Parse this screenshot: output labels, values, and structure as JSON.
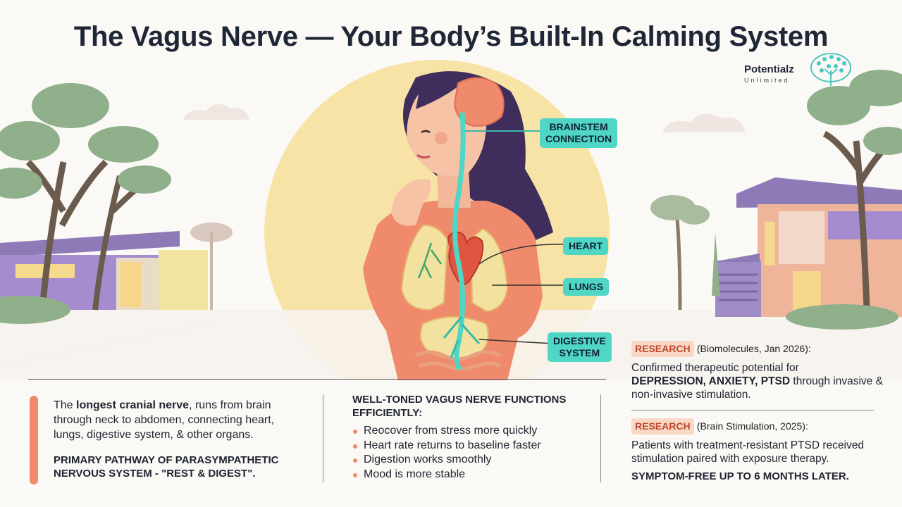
{
  "title": "The Vagus Nerve — Your Body’s Built-In Calming System",
  "logo": {
    "name": "Potentialz",
    "sub": "Unlimited",
    "icon": "brain-tree-icon"
  },
  "callouts": {
    "brainstem": [
      "BRAINSTEM",
      "CONNECTION"
    ],
    "heart": "HEART",
    "lungs": "LUNGS",
    "digestive": [
      "DIGESTIVE",
      "SYSTEM"
    ]
  },
  "intro": {
    "text_before": "The ",
    "bold": "longest cranial nerve",
    "text_after": ", runs from brain through neck to abdomen, connecting heart, lungs, digestive system, & other organs.",
    "primary": "PRIMARY PATHWAY OF PARASYMPATHETIC NERVOUS SYSTEM - \"REST & DIGEST\"."
  },
  "functions": {
    "heading": "WELL-TONED VAGUS NERVE FUNCTIONS EFFICIENTLY:",
    "items": [
      "Reocover from stress more quickly",
      "Heart rate returns to baseline faster",
      "Digestion works smoothly",
      "Mood is more stable"
    ]
  },
  "research": [
    {
      "tag": "RESEARCH",
      "source": "(Biomolecules, Jan 2026):",
      "text": "Confirmed therapeutic potential for",
      "bold": "DEPRESSION, ANXIETY, PTSD",
      "text_after": " through invasive & non-invasive stimulation."
    },
    {
      "tag": "RESEARCH",
      "source": "(Brain Stimulation, 2025):",
      "text": "Patients with treatment-resistant PTSD received stimulation paired with exposure therapy.",
      "bold": "SYMPTOM-FREE UP TO 6 MONTHS LATER."
    }
  ],
  "colors": {
    "accent": "#f08a6c",
    "nerve": "#4fd6c4",
    "tag_bg": "#f9d9c6",
    "tag_text": "#c0472c"
  }
}
